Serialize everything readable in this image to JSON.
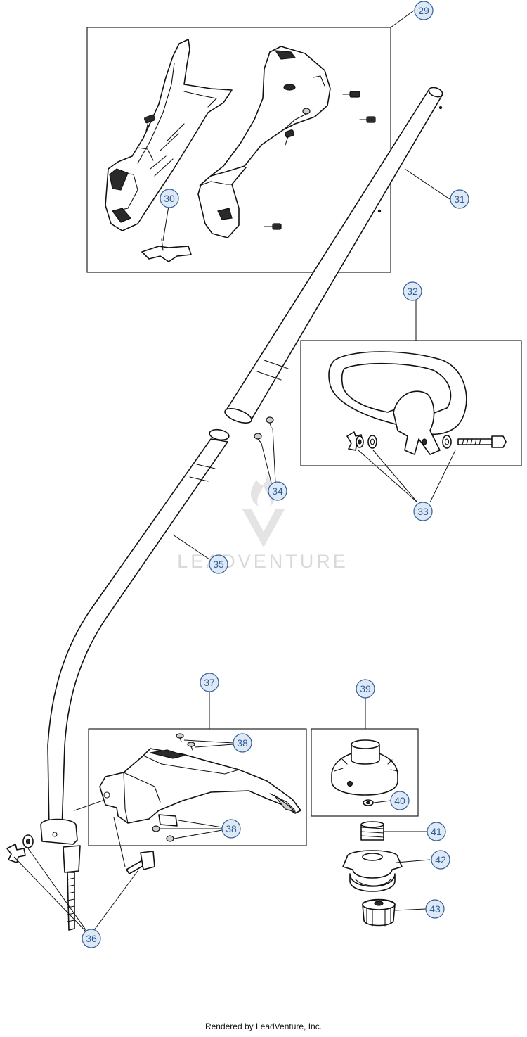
{
  "callouts": [
    "29",
    "30",
    "31",
    "32",
    "33",
    "34",
    "35",
    "36",
    "37",
    "38",
    "38",
    "39",
    "40",
    "41",
    "42",
    "43"
  ],
  "watermark": "LEADVENTURE",
  "footer": "Rendered by LeadVenture, Inc."
}
